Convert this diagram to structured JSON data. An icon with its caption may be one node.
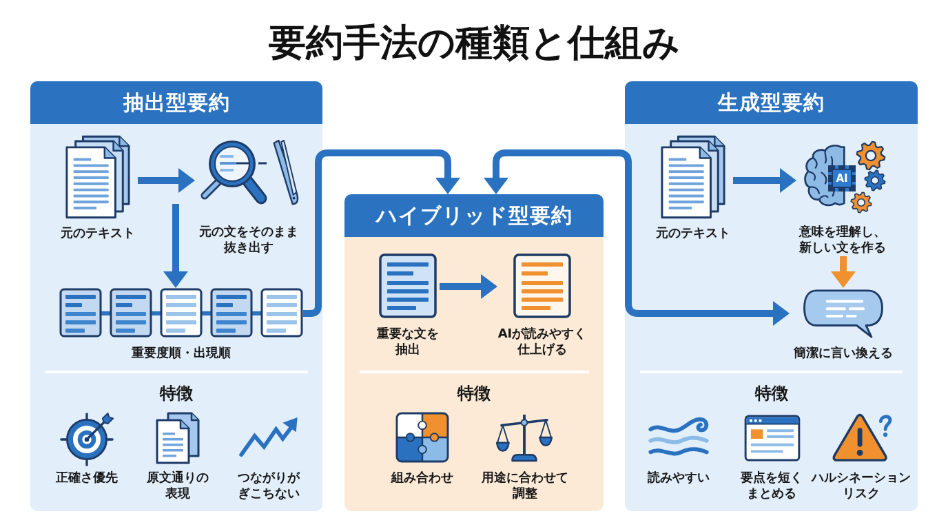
{
  "diagram": {
    "title": "要約手法の種類と仕組み",
    "nodes": [
      {
        "text": [
          "抽出型要約"
        ]
      },
      {
        "text": [
          "元のテキスト"
        ],
        "in": 0
      },
      {
        "text": [
          "元の文をそのまま抜き出す"
        ],
        "in": 0
      },
      {
        "text": [
          "重要度順・出現順"
        ],
        "in": 0
      },
      {
        "text": [
          "ハイブリッド型要約"
        ]
      },
      {
        "text": [
          "重要な文を抽出"
        ],
        "in": 4
      },
      {
        "text": [
          "AIが読みやすく仕上げる"
        ],
        "in": 4
      },
      {
        "text": [
          "生成型要約"
        ]
      },
      {
        "text": [
          "元のテキスト"
        ],
        "in": 7
      },
      {
        "text": [
          "AI",
          "意味を理解し、新しい文を作る"
        ],
        "in": 7
      },
      {
        "text": [
          "簡潔に言い換える"
        ],
        "in": 7
      }
    ],
    "edges": [
      {
        "from": 1,
        "to": 2,
        "arrow": "to"
      },
      {
        "from": null,
        "to": 3,
        "arrow": "to"
      },
      {
        "from": 3,
        "to": 4,
        "arrow": "to"
      },
      {
        "from": 5,
        "to": 6,
        "arrow": "to"
      },
      {
        "from": 4,
        "to": 10,
        "arrow": "both"
      },
      {
        "from": 8,
        "to": 9,
        "arrow": "to"
      },
      {
        "from": 9,
        "to": 10,
        "arrow": "to",
        "color": "#f0902e"
      }
    ],
    "labels": [
      "特徴",
      "正確さ優先",
      "原文通りの表現",
      "つながりがぎこちない",
      "特徴",
      "組み合わせ",
      "用途に合わせて調整",
      "特徴",
      "読みやすい",
      "要点を短くまとめる",
      "ハルシネーションリスク"
    ]
  }
}
